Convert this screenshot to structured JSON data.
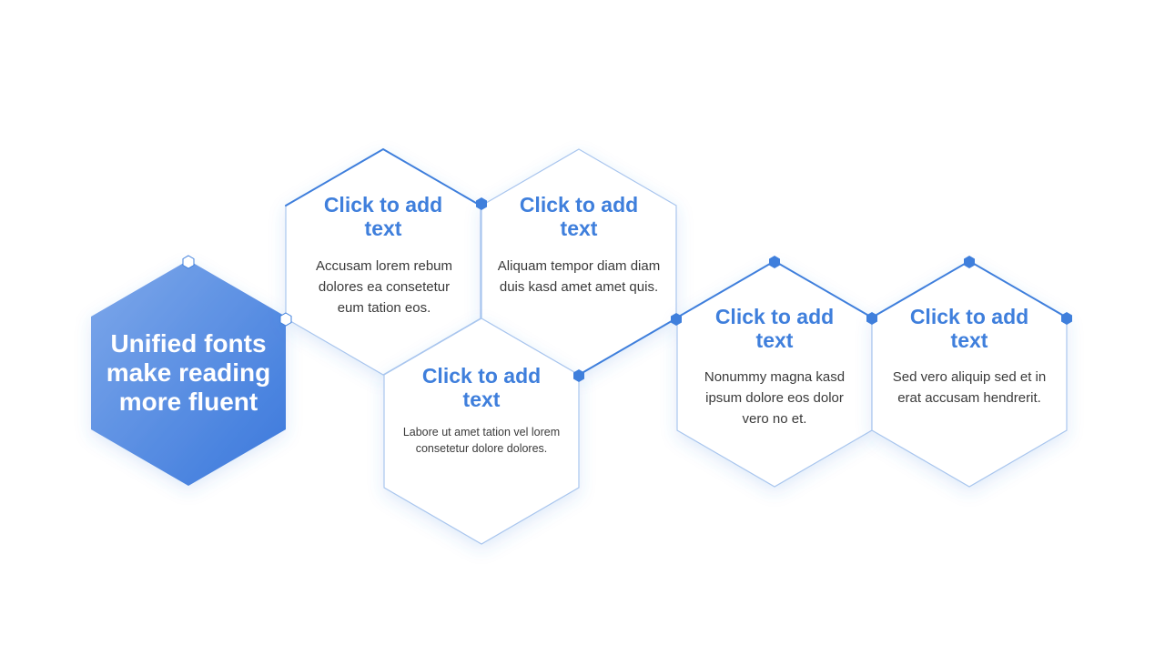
{
  "main": {
    "title": "Unified fonts make reading more fluent"
  },
  "cards": [
    {
      "title": "Click to add text",
      "body": "Accusam lorem rebum dolores ea consetetur eum tation eos."
    },
    {
      "title": "Click to add text",
      "body": "Aliquam tempor diam diam duis kasd amet amet quis."
    },
    {
      "title": "Click to add text",
      "body": "Labore ut amet tation vel lorem consetetur dolore dolores."
    },
    {
      "title": "Click to add text",
      "body": "Nonummy magna kasd ipsum dolore eos dolor vero no et."
    },
    {
      "title": "Click to add text",
      "body": "Sed vero aliquip sed et in erat accusam hendrerit."
    }
  ],
  "colors": {
    "accent": "#3f7fdc",
    "accent_light": "#a9c6ee",
    "gradient_start": "#7ea8ea",
    "gradient_end": "#3a78dc",
    "body_text": "#3a3a3a"
  }
}
